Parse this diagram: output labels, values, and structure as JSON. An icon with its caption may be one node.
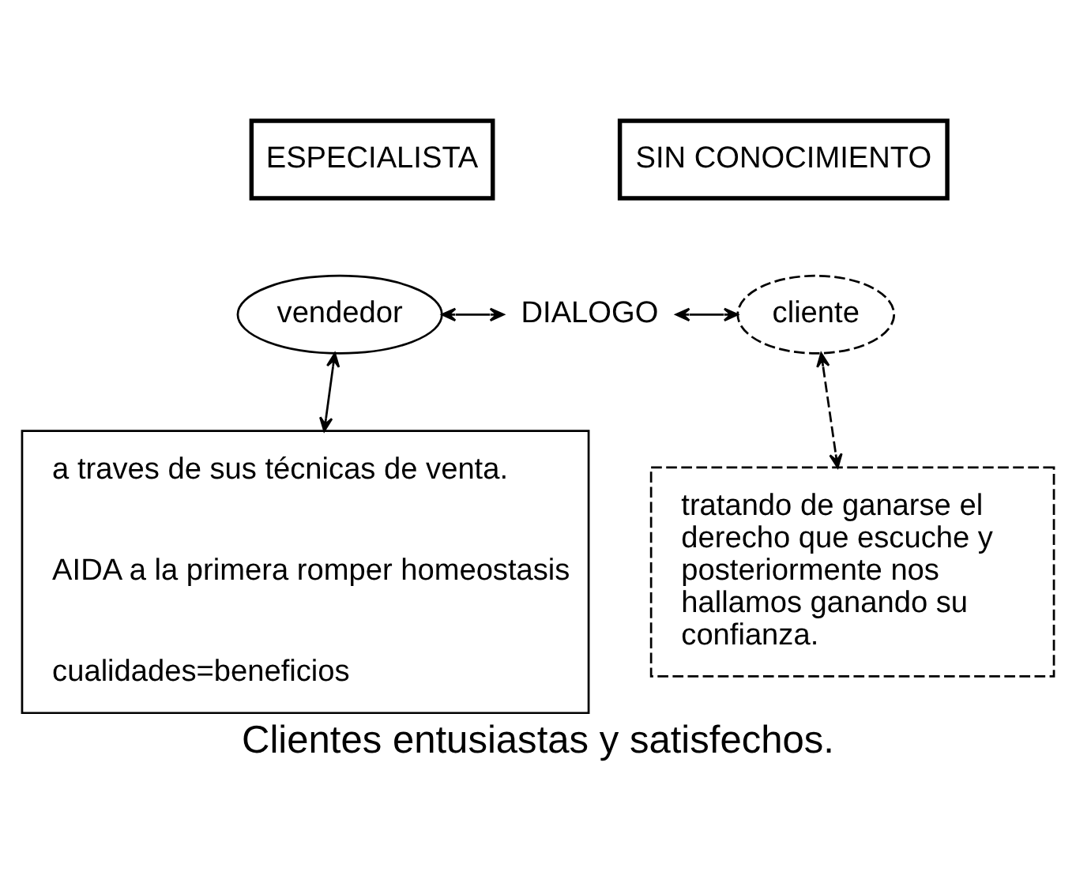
{
  "diagram": {
    "caption": "Clientes entusiastas y satisfechos.",
    "nodes": [
      {
        "text": [
          "ESPECIALISTA"
        ]
      },
      {
        "text": [
          "SIN CONOCIMIENTO"
        ]
      },
      {
        "text": [
          "vendedor"
        ]
      },
      {
        "text": [
          "DIALOGO"
        ]
      },
      {
        "text": [
          "cliente"
        ]
      },
      {
        "text": [
          "a traves de sus técnicas de venta.",
          "AIDA a la primera romper homeostasis",
          "cualidades=beneficios"
        ]
      },
      {
        "text": [
          "tratando de ganarse el derecho que escuche y posteriormente nos hallamos ganando su confianza."
        ]
      }
    ],
    "edges": [
      {
        "from": 2,
        "to": 3,
        "arrow": "both"
      },
      {
        "from": 3,
        "to": 4,
        "arrow": "both"
      },
      {
        "from": 2,
        "to": 5,
        "arrow": "both"
      },
      {
        "from": 4,
        "to": 6,
        "arrow": "both",
        "style": "dashed"
      }
    ]
  }
}
